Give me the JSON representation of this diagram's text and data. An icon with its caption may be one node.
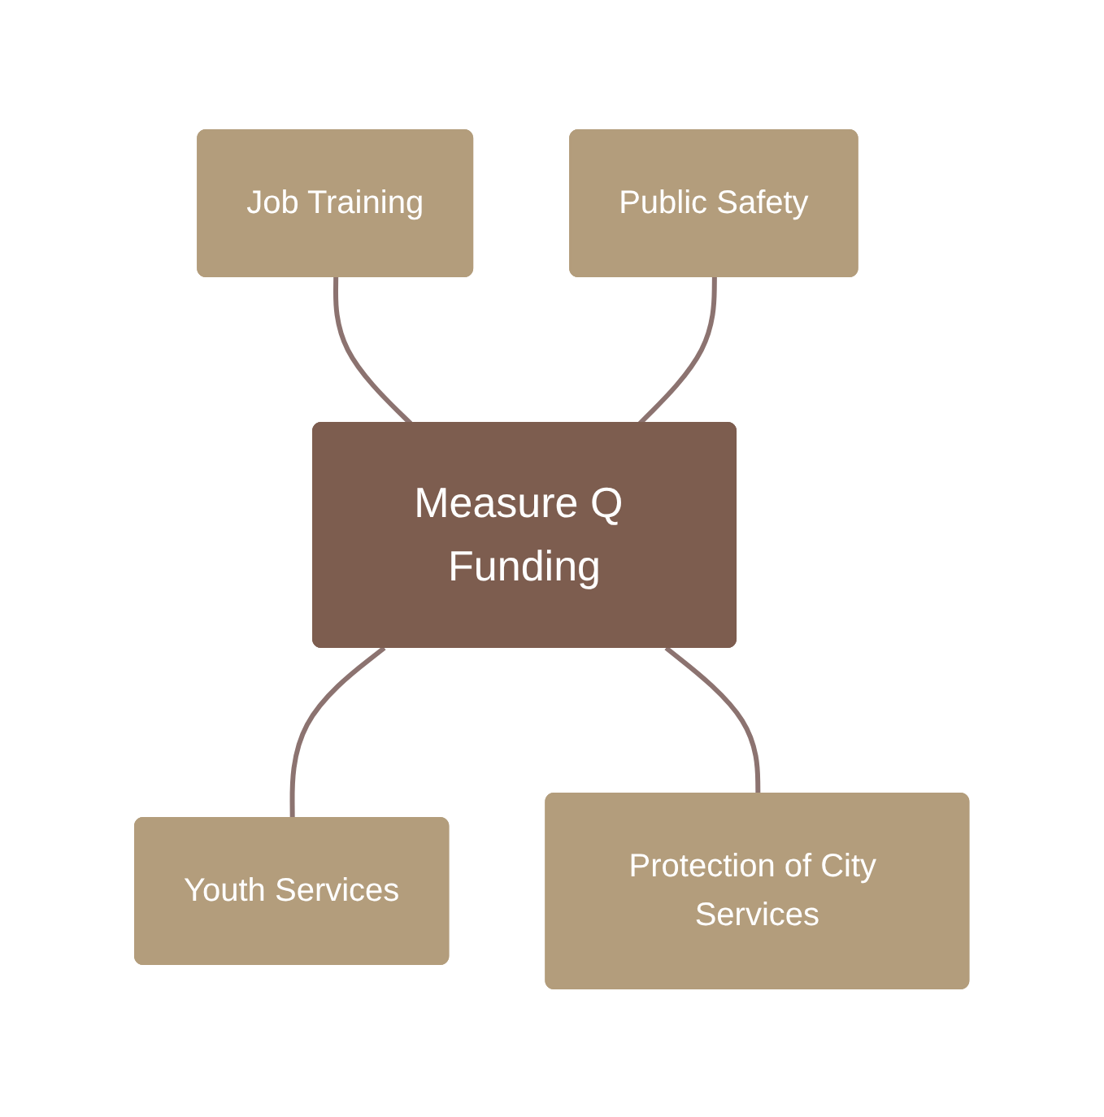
{
  "diagram": {
    "nodes": [
      {
        "text": [
          "Measure Q Funding"
        ]
      },
      {
        "text": [
          "Job Training"
        ]
      },
      {
        "text": [
          "Public Safety"
        ]
      },
      {
        "text": [
          "Youth Services"
        ]
      },
      {
        "text": [
          "Protection of City Services"
        ]
      }
    ],
    "edges": [
      {
        "from": 1,
        "to": 0,
        "arrow": "none"
      },
      {
        "from": 2,
        "to": 0,
        "arrow": "none"
      },
      {
        "from": 0,
        "to": 3,
        "arrow": "none"
      },
      {
        "from": 0,
        "to": 4,
        "arrow": "none"
      }
    ]
  }
}
